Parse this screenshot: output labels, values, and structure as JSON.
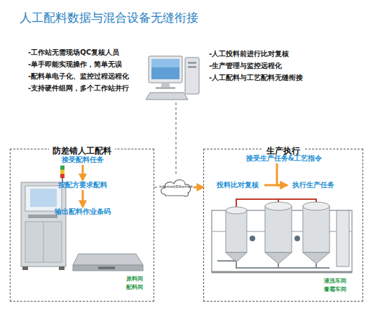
{
  "diagram": {
    "title": "人工配料数据与混合设备无缝衔接",
    "nodes": [
      {
        "text": [
          "防差错人工配料"
        ]
      },
      {
        "text": [
          "接受配料任务"
        ],
        "in": 0
      },
      {
        "text": [
          "按配方要求配料"
        ],
        "in": 0
      },
      {
        "text": [
          "输出配料作业条码"
        ],
        "in": 0
      },
      {
        "text": [
          "生产执行"
        ]
      },
      {
        "text": [
          "接受生产任务&工艺指令"
        ],
        "in": 4
      },
      {
        "text": [
          "投料比对复核"
        ],
        "in": 4
      },
      {
        "text": [
          "执行生产任务"
        ],
        "in": 4
      },
      {
        "text": [
          "Internet/Ethernet"
        ]
      }
    ],
    "edges": [
      {
        "from": 1,
        "to": 2,
        "arrow": "to"
      },
      {
        "from": 2,
        "to": 3,
        "arrow": "to"
      },
      {
        "from": 5,
        "to": 7,
        "arrow": "to"
      },
      {
        "from": 6,
        "to": 7,
        "arrow": "to"
      },
      {
        "from": 0,
        "to": 8,
        "arrow": "none"
      },
      {
        "from": 8,
        "to": 4,
        "arrow": "to"
      }
    ],
    "labels": [
      "-工作站无需现场QC复核人员",
      "-单手即能实现操作，简单无误",
      "-配料单电子化、监控过程远程化",
      "-支持硬件组网，多个工作站并行",
      "-人工投料前进行比对复核",
      "-生产管理与监控远程化",
      "-人工配料与工艺配料无缝衔接",
      "原料间",
      "配料间",
      "液洗车间",
      "膏霜车间"
    ]
  }
}
